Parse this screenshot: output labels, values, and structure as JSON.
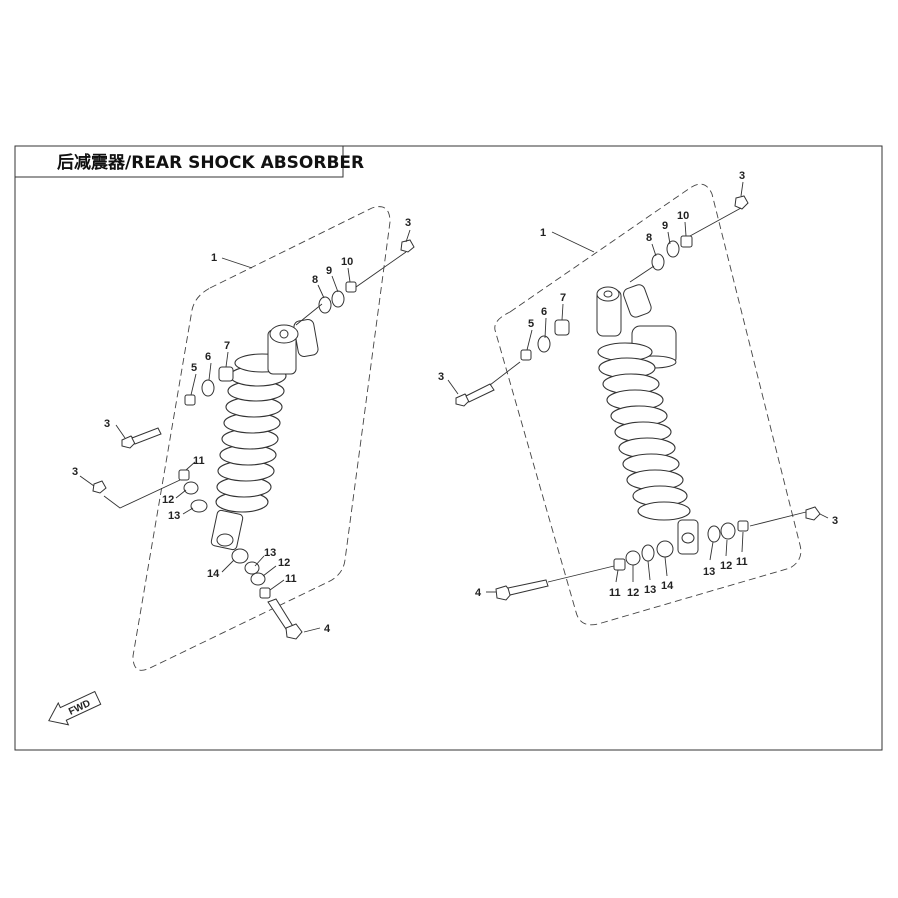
{
  "title": "后减震器/REAR SHOCK ABSORBER",
  "fwd_label": "FWD",
  "left_labels": [
    "1",
    "3",
    "8",
    "9",
    "10",
    "7",
    "6",
    "5",
    "3",
    "11",
    "3",
    "12",
    "13",
    "14",
    "13",
    "12",
    "11",
    "4"
  ],
  "right_labels": [
    "3",
    "10",
    "9",
    "8",
    "1",
    "7",
    "6",
    "5",
    "3",
    "3",
    "13",
    "12",
    "11",
    "11",
    "12",
    "13",
    "14",
    "4"
  ]
}
